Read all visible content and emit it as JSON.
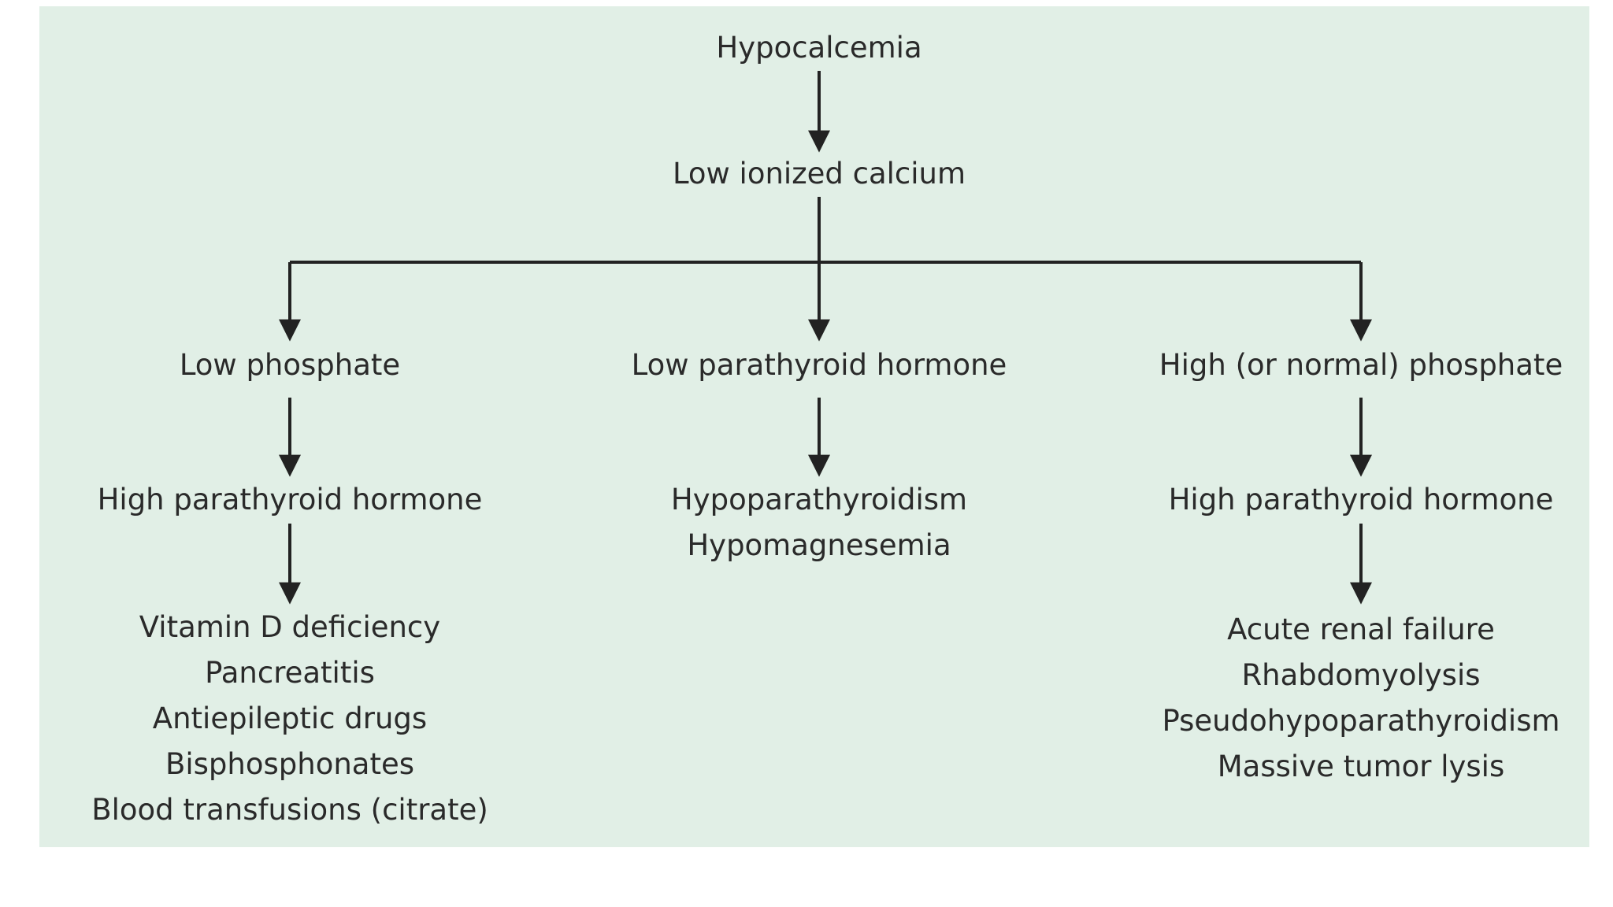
{
  "diagram": {
    "root": "Hypocalcemia",
    "level1": "Low ionized calcium",
    "branches": {
      "left": {
        "label": "Low phosphate",
        "next": "High parathyroid hormone",
        "causes": [
          "Vitamin D deficiency",
          "Pancreatitis",
          "Antiepileptic drugs",
          "Bisphosphonates",
          "Blood transfusions (citrate)"
        ]
      },
      "middle": {
        "label": "Low parathyroid hormone",
        "causes": [
          "Hypoparathyroidism",
          "Hypomagnesemia"
        ]
      },
      "right": {
        "label": "High (or normal) phosphate",
        "next": "High parathyroid hormone",
        "causes": [
          "Acute renal failure",
          "Rhabdomyolysis",
          "Pseudohypoparathyroidism",
          "Massive tumor lysis"
        ]
      }
    }
  }
}
